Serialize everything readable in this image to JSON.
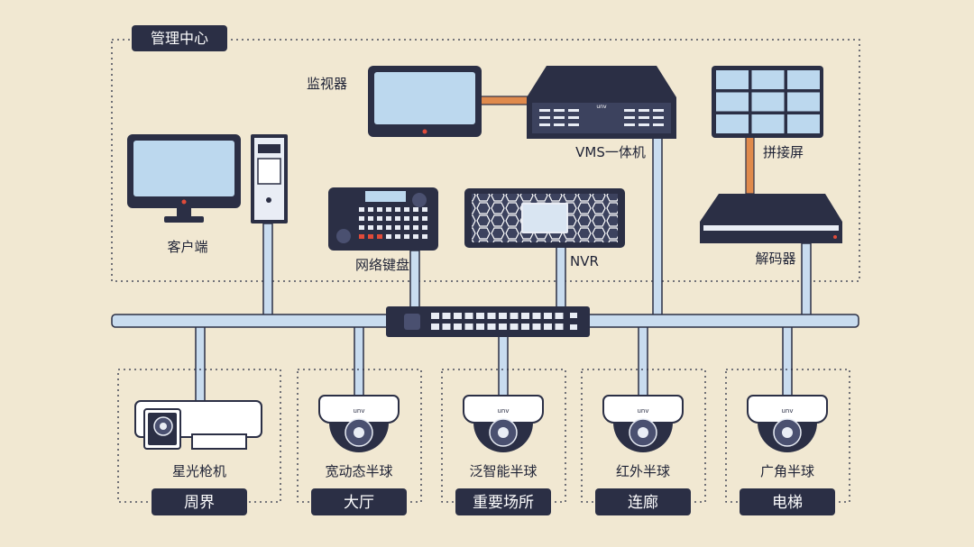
{
  "header": {
    "title": "管理中心"
  },
  "devices": {
    "monitor": "监视器",
    "vms": "VMS一体机",
    "video_wall": "拼接屏",
    "client": "客户端",
    "keyboard": "网络键盘",
    "nvr": "NVR",
    "decoder": "解码器"
  },
  "cameras": [
    {
      "label": "星光枪机",
      "zone": "周界"
    },
    {
      "label": "宽动态半球",
      "zone": "大厅"
    },
    {
      "label": "泛智能半球",
      "zone": "重要场所"
    },
    {
      "label": "红外半球",
      "zone": "连廊"
    },
    {
      "label": "广角半球",
      "zone": "电梯"
    }
  ],
  "brand_mark": "unv",
  "colors": {
    "background": "#f1e8d2",
    "dark": "#2b2f45",
    "bus": "#c9dcef",
    "link_orange": "#e08a4c",
    "screen": "#bcd8ee",
    "led": "#e04b3a"
  }
}
